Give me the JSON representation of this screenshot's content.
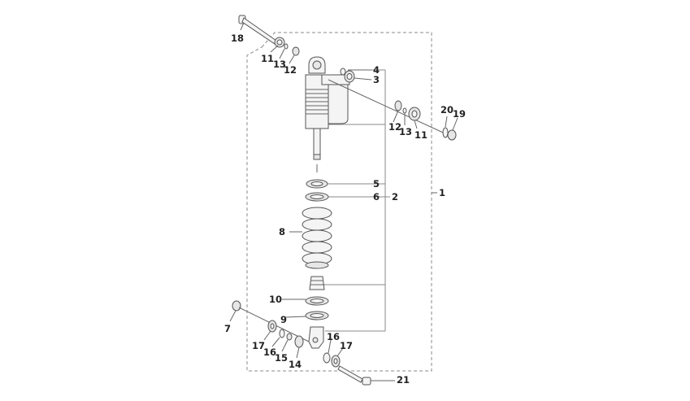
{
  "diagram": {
    "callouts": {
      "c1": "1",
      "c2": "2",
      "c3": "3",
      "c4": "4",
      "c5": "5",
      "c6": "6",
      "c7": "7",
      "c8": "8",
      "c9": "9",
      "c10": "10",
      "c11a": "11",
      "c11b": "11",
      "c12a": "12",
      "c12b": "12",
      "c13a": "13",
      "c13b": "13",
      "c14": "14",
      "c15": "15",
      "c16a": "16",
      "c16b": "16",
      "c17a": "17",
      "c17b": "17",
      "c18": "18",
      "c19": "19",
      "c20": "20",
      "c21": "21"
    },
    "colors": {
      "line": "#555555",
      "fill": "#f4f4f4",
      "text": "#222222",
      "frame": "#888888"
    }
  }
}
